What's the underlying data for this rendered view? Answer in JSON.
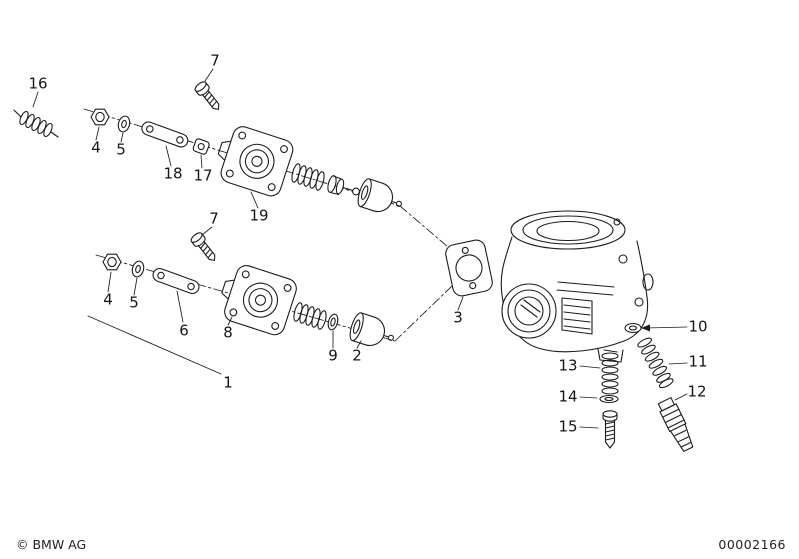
{
  "colors": {
    "line": "#1c1c1c",
    "background": "#ffffff"
  },
  "callouts": {
    "c16": "16",
    "c7_upper": "7",
    "c4_upper": "4",
    "c5_upper": "5",
    "c18": "18",
    "c17": "17",
    "c19": "19",
    "c7_lower": "7",
    "c4_lower": "4",
    "c5_lower": "5",
    "c6": "6",
    "c8": "8",
    "c9": "9",
    "c2": "2",
    "c1": "1",
    "c3": "3",
    "c10": "10",
    "c11": "11",
    "c12": "12",
    "c13": "13",
    "c14": "14",
    "c15": "15"
  },
  "footer": {
    "copyright": "© BMW AG",
    "image_number": "00002166"
  }
}
